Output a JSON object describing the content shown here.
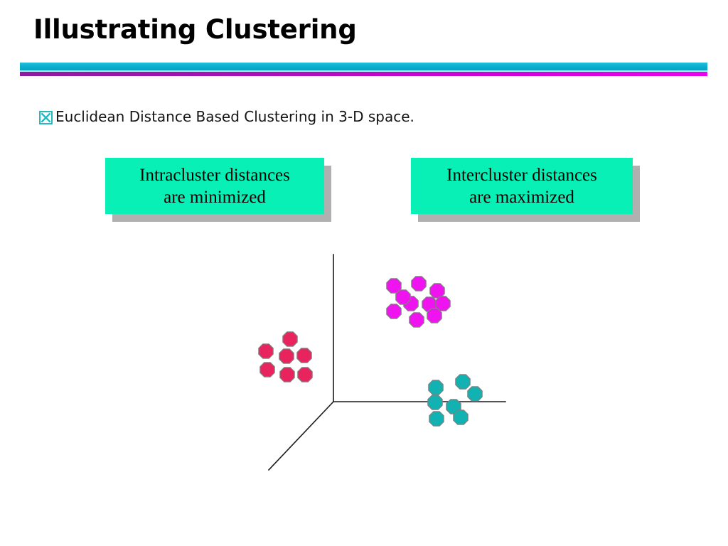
{
  "slide": {
    "title": "Illustrating Clustering",
    "bullet": {
      "marker_icon": "boxed-x-icon",
      "text": "Euclidean Distance Based Clustering in 3-D space."
    },
    "callouts": [
      {
        "id": "intracluster",
        "line1": "Intracluster distances",
        "line2": "are minimized"
      },
      {
        "id": "intercluster",
        "line1": "Intercluster distances",
        "line2": "are maximized"
      }
    ]
  },
  "colors": {
    "rule_cyan": "#07b2d2",
    "rule_magenta": "#cf03d8",
    "callout_fill": "#09f0b6",
    "callout_shadow": "#b0b0b0",
    "bullet_marker": "#24b9bd",
    "cluster_magenta": "#ef14ef",
    "cluster_crimson": "#e8245e",
    "cluster_teal": "#12b2b2",
    "marker_outline": "#808080",
    "axis": "#1a1a1a",
    "text": "#000000"
  },
  "chart_data": {
    "type": "scatter",
    "title": "Euclidean Distance Based Clustering in 3-D space.",
    "xlabel": "",
    "ylabel": "",
    "grid": false,
    "legend": "none",
    "axes_3d": {
      "origin": [
        469,
        565
      ],
      "y_axis_end": [
        469,
        358
      ],
      "x_axis_end": [
        711,
        565
      ],
      "z_axis_end": [
        378,
        661
      ],
      "stroke": "#1a1a1a",
      "stroke_width": 1.6
    },
    "marker": {
      "shape": "octagon",
      "radius": 11,
      "outline": "#808080",
      "outline_width": 1.2
    },
    "clusters": [
      {
        "name": "magenta-cluster",
        "color": "#ef14ef",
        "count": 10,
        "points": [
          [
            554,
            402
          ],
          [
            589,
            399
          ],
          [
            615,
            409
          ],
          [
            554,
            438
          ],
          [
            578,
            427
          ],
          [
            604,
            428
          ],
          [
            623,
            427
          ],
          [
            586,
            450
          ],
          [
            611,
            444
          ],
          [
            567,
            418
          ]
        ]
      },
      {
        "name": "crimson-cluster",
        "color": "#e8245e",
        "count": 7,
        "points": [
          [
            408,
            477
          ],
          [
            374,
            494
          ],
          [
            403,
            501
          ],
          [
            428,
            500
          ],
          [
            376,
            520
          ],
          [
            404,
            527
          ],
          [
            429,
            527
          ]
        ]
      },
      {
        "name": "teal-cluster",
        "color": "#12b2b2",
        "count": 7,
        "points": [
          [
            613,
            545
          ],
          [
            651,
            537
          ],
          [
            668,
            554
          ],
          [
            612,
            566
          ],
          [
            638,
            572
          ],
          [
            614,
            589
          ],
          [
            648,
            587
          ]
        ]
      }
    ]
  }
}
